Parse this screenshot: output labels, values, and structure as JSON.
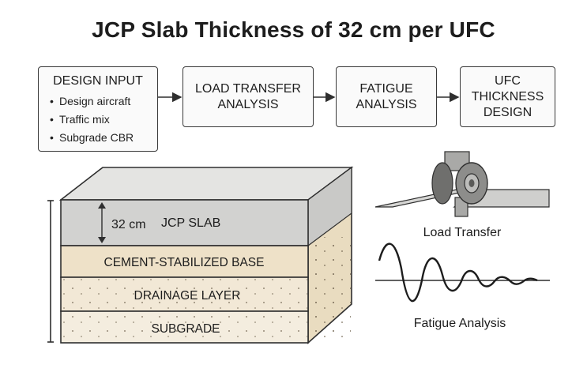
{
  "title": "JCP Slab Thickness of 32 cm per UFC",
  "flow": {
    "design_input": {
      "heading": "DESIGN INPUT",
      "items": [
        "Design aircraft",
        "Traffic mix",
        "Subgrade CBR"
      ]
    },
    "load_transfer": {
      "line1": "LOAD TRANSFER",
      "line2": "ANALYSIS"
    },
    "fatigue": {
      "line1": "FATIGUE",
      "line2": "ANALYSIS"
    },
    "ufc": {
      "line1": "UFC",
      "line2": "THICKNESS",
      "line3": "DESIGN"
    }
  },
  "section": {
    "thickness_label": "32 cm",
    "layers": [
      "JCP SLAB",
      "CEMENT-STABILIZED BASE",
      "DRAINAGE LAYER",
      "SUBGRADE"
    ]
  },
  "load_transfer_caption": "Load Transfer",
  "fatigue_caption": "Fatigue Analysis",
  "colors": {
    "slab": "#d2d2d0",
    "slab_top": "#e4e4e2",
    "base": "#eee1c8",
    "drainage": "#f2e8d6",
    "subgrade": "#f4eddf",
    "side": "#e6d6b6",
    "line": "#2f2f2f"
  }
}
